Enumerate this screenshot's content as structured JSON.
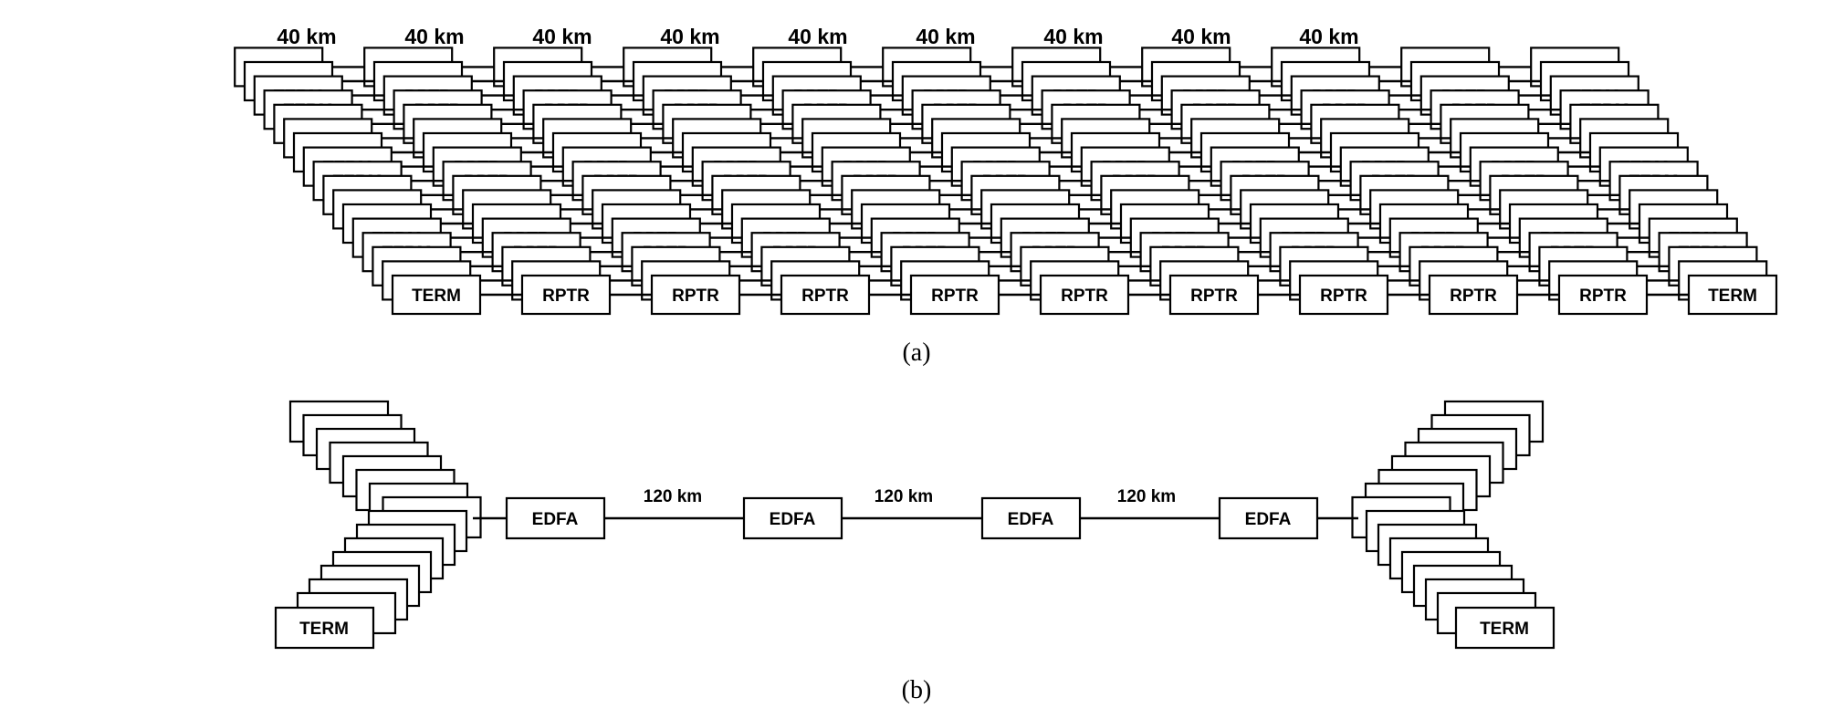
{
  "part_a": {
    "caption": "(a)",
    "span_label": "40 km",
    "span_labels": [
      "40 km",
      "40 km",
      "40 km",
      "40 km",
      "40 km",
      "40 km",
      "40 km",
      "40 km",
      "40 km"
    ],
    "node_labels": [
      "TERM",
      "RPTR",
      "RPTR",
      "RPTR",
      "RPTR",
      "RPTR",
      "RPTR",
      "RPTR",
      "RPTR",
      "RPTR",
      "TERM"
    ]
  },
  "part_b": {
    "caption": "(b)",
    "span_labels": [
      "120 km",
      "120 km",
      "120 km"
    ],
    "amplifier_labels": [
      "EDFA",
      "EDFA",
      "EDFA",
      "EDFA"
    ],
    "terminal_label_left": "TERM",
    "terminal_label_right": "TERM"
  }
}
